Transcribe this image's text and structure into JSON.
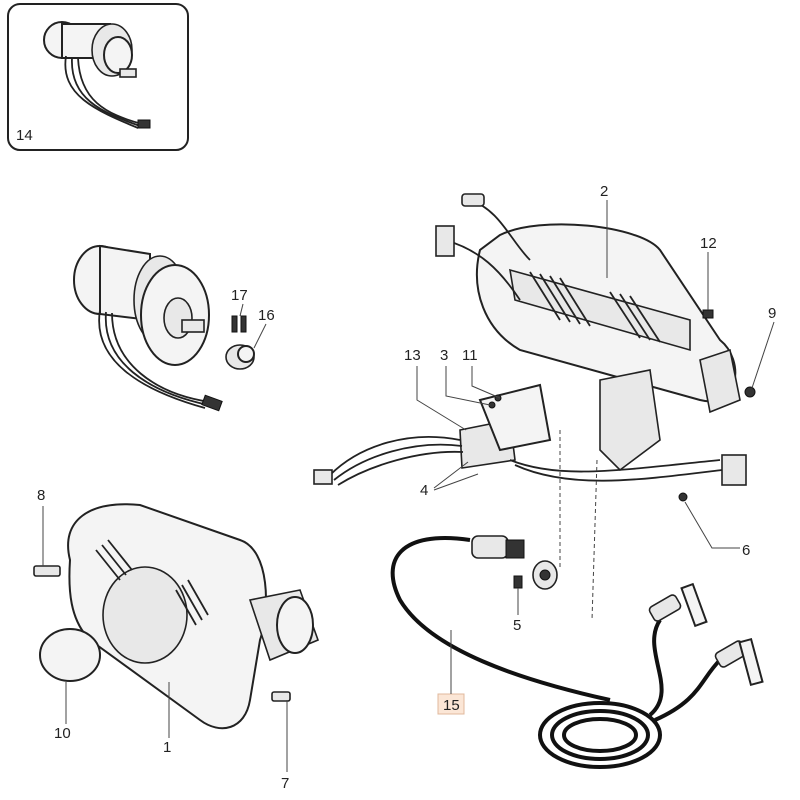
{
  "callouts": {
    "c14": "14",
    "c2": "2",
    "c12": "12",
    "c9": "9",
    "c17": "17",
    "c16": "16",
    "c13": "13",
    "c3": "3",
    "c11": "11",
    "c4": "4",
    "c8": "8",
    "c6": "6",
    "c5": "5",
    "c15": "15",
    "c10": "10",
    "c1": "1",
    "c7": "7"
  },
  "highlight_color": "#fbe6d6"
}
